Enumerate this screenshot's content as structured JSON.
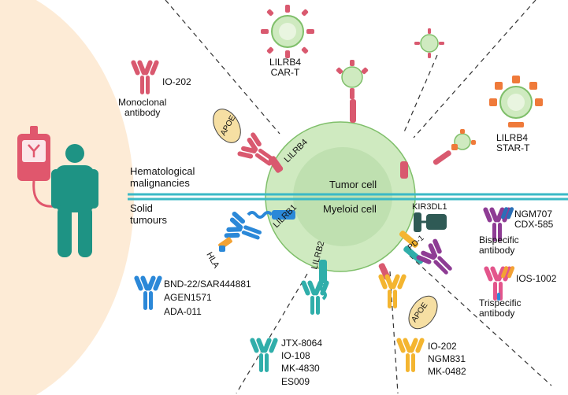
{
  "sections": {
    "hematological": [
      "Hematological",
      "malignancies"
    ],
    "solid": [
      "Solid",
      "tumours"
    ]
  },
  "cell": {
    "tumor_label": "Tumor cell",
    "myeloid_label": "Myeloid cell"
  },
  "receptors": {
    "lilrb4": "LILRB4",
    "lilrb1": "LILRB1",
    "lilrb2": "LILRB2",
    "kir3dl1": "KIR3DL1",
    "pd1": "PD-1",
    "hla": "HLA",
    "apoe_top": "APOE",
    "apoe_bottom": "APOE"
  },
  "therapies": {
    "monoclonal": {
      "drug": "IO-202",
      "type": [
        "Monoclonal",
        "antibody"
      ]
    },
    "car_t": [
      "LILRB4",
      "CAR-T"
    ],
    "star_t": [
      "LILRB4",
      "STAR-T"
    ],
    "bispecific": {
      "drugs": [
        "NGM707",
        "CDX-585"
      ],
      "type": [
        "Bispecific",
        "antibody"
      ]
    },
    "trispecific": {
      "drugs": [
        "IOS-1002"
      ],
      "type": [
        "Trispecific",
        "antibody"
      ]
    },
    "lilrb1_drugs": [
      "BND-22/SAR444881",
      "AGEN1571",
      "ADA-011"
    ],
    "lilrb2_drugs": [
      "JTX-8064",
      "IO-108",
      "MK-4830",
      "ES009"
    ],
    "apoe_drugs": [
      "IO-202",
      "NGM831",
      "MK-0482"
    ]
  },
  "colors": {
    "skin": "#fdebd6",
    "person": "#1e9384",
    "iv_bag": "#e0576d",
    "cell_outer": "#cfeac0",
    "cell_inner": "#bfe0b0",
    "cell_border": "#7fbf6a",
    "divider": "#3bb9c6",
    "lilrb4_ab": "#d9596f",
    "lilrb1_ab": "#2b88d8",
    "lilrb2_ab": "#30aeaa",
    "apoe_ab": "#f4b530",
    "bispecific_a": "#8e3c94",
    "bispecific_b": "#2b6fb7",
    "trispecific_a": "#e3558b",
    "trispecific_b": "#f3a234",
    "star_t": "#ef7a3a",
    "apoe_fill": "#f6dfa3",
    "kir": "#2f5a55"
  }
}
